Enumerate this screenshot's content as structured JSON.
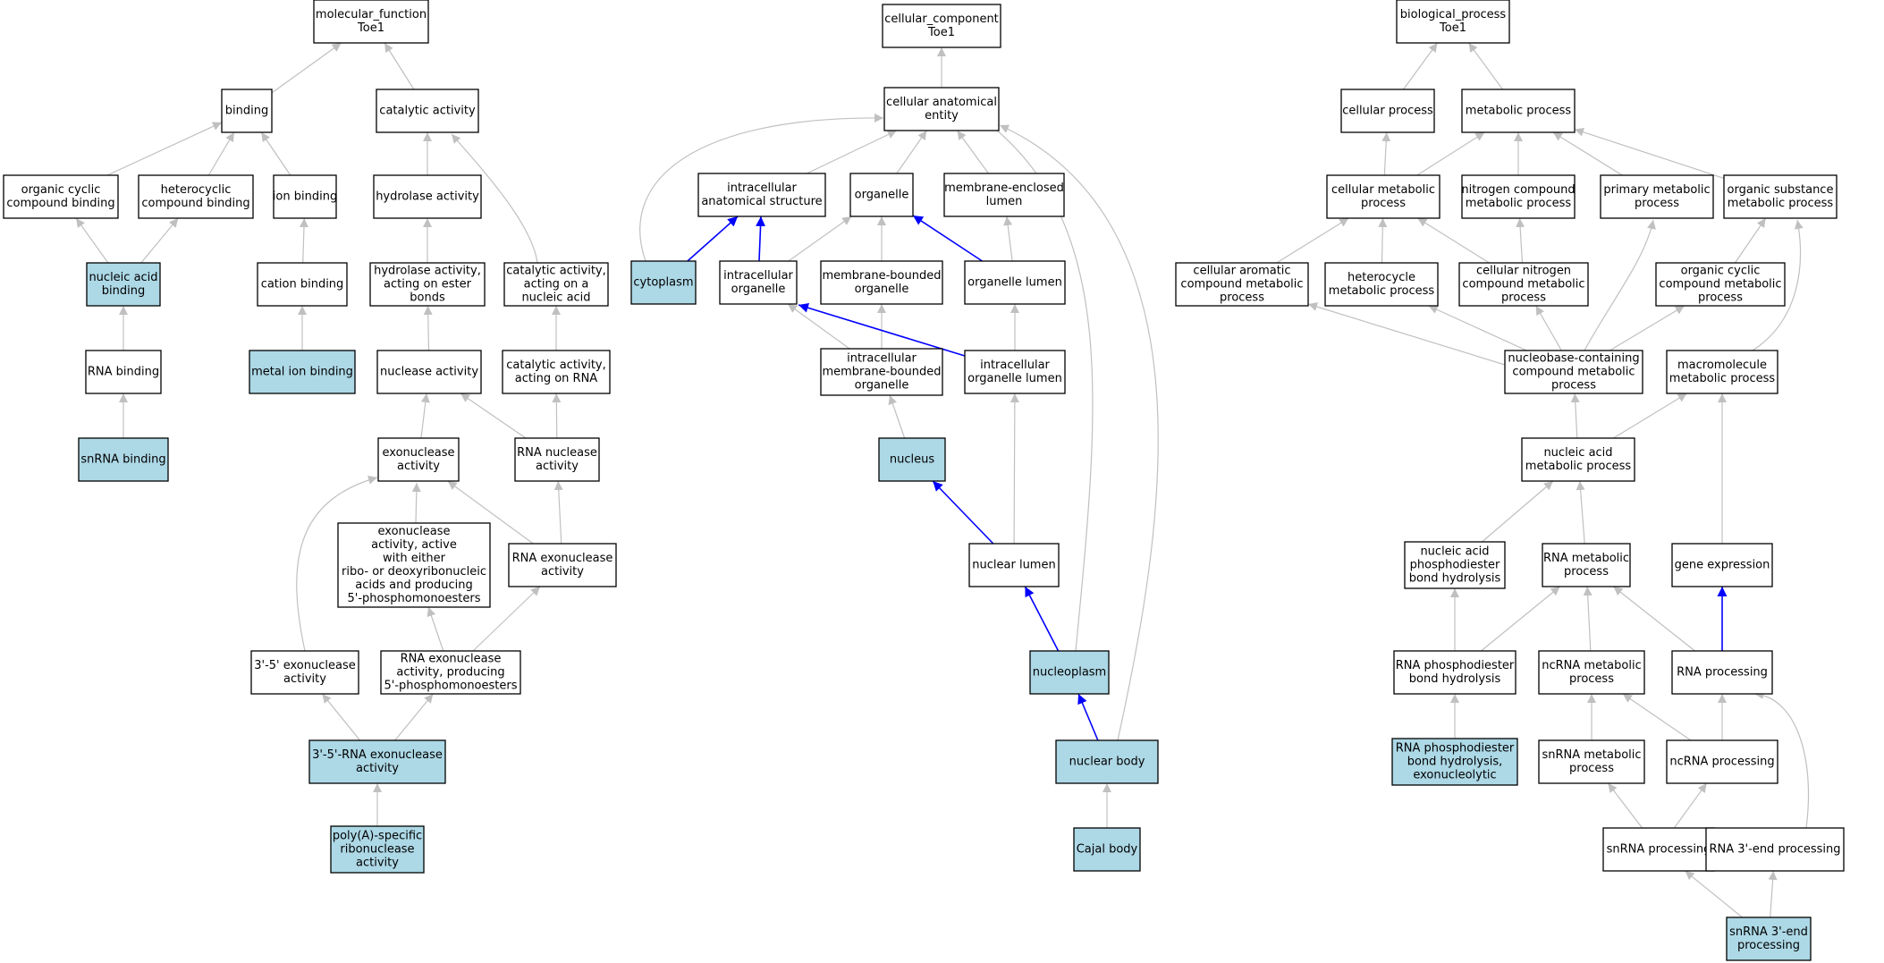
{
  "colors": {
    "node_fill": "#ffffff",
    "highlight_fill": "#add8e6",
    "node_border": "#000000",
    "edge": "#c0c0c0",
    "edge_highlight": "#0000ff"
  },
  "nodes": [
    {
      "id": "mf_root",
      "lines": [
        "molecular_function",
        "Toe1"
      ],
      "hl": false
    },
    {
      "id": "binding",
      "lines": [
        "binding"
      ],
      "hl": false
    },
    {
      "id": "catalytic",
      "lines": [
        "catalytic activity"
      ],
      "hl": false
    },
    {
      "id": "organic_cyclic_binding",
      "lines": [
        "organic cyclic",
        "compound binding"
      ],
      "hl": false
    },
    {
      "id": "heterocyclic_binding",
      "lines": [
        "heterocyclic",
        "compound binding"
      ],
      "hl": false
    },
    {
      "id": "ion_binding",
      "lines": [
        "ion binding"
      ],
      "hl": false
    },
    {
      "id": "hydrolase",
      "lines": [
        "hydrolase activity"
      ],
      "hl": false
    },
    {
      "id": "nucleic_acid_binding",
      "lines": [
        "nucleic acid",
        "binding"
      ],
      "hl": true
    },
    {
      "id": "cation_binding",
      "lines": [
        "cation binding"
      ],
      "hl": false
    },
    {
      "id": "hydrolase_ester",
      "lines": [
        "hydrolase activity,",
        "acting on ester",
        "bonds"
      ],
      "hl": false
    },
    {
      "id": "catalytic_nucleic",
      "lines": [
        "catalytic activity,",
        "acting on a",
        "nucleic acid"
      ],
      "hl": false
    },
    {
      "id": "rna_binding",
      "lines": [
        "RNA binding"
      ],
      "hl": false
    },
    {
      "id": "metal_ion_binding",
      "lines": [
        "metal ion binding"
      ],
      "hl": true
    },
    {
      "id": "nuclease",
      "lines": [
        "nuclease activity"
      ],
      "hl": false
    },
    {
      "id": "catalytic_rna",
      "lines": [
        "catalytic activity,",
        "acting on RNA"
      ],
      "hl": false
    },
    {
      "id": "snrna_binding",
      "lines": [
        "snRNA binding"
      ],
      "hl": true
    },
    {
      "id": "exonuclease",
      "lines": [
        "exonuclease",
        "activity"
      ],
      "hl": false
    },
    {
      "id": "rna_nuclease",
      "lines": [
        "RNA nuclease",
        "activity"
      ],
      "hl": false
    },
    {
      "id": "exo_5p",
      "lines": [
        "exonuclease",
        "activity, active",
        "with either",
        "ribo- or deoxyribonucleic",
        "acids and producing",
        "5'-phosphomonoesters"
      ],
      "hl": false
    },
    {
      "id": "rna_exonuclease",
      "lines": [
        "RNA exonuclease",
        "activity"
      ],
      "hl": false
    },
    {
      "id": "exo_35",
      "lines": [
        "3'-5' exonuclease",
        "activity"
      ],
      "hl": false
    },
    {
      "id": "rna_exo_5p",
      "lines": [
        "RNA exonuclease",
        "activity, producing",
        "5'-phosphomonoesters"
      ],
      "hl": false
    },
    {
      "id": "rna_exo_35",
      "lines": [
        "3'-5'-RNA exonuclease",
        "activity"
      ],
      "hl": true
    },
    {
      "id": "polya_rnase",
      "lines": [
        "poly(A)-specific",
        "ribonuclease",
        "activity"
      ],
      "hl": true
    },
    {
      "id": "cc_root",
      "lines": [
        "cellular_component",
        "Toe1"
      ],
      "hl": false
    },
    {
      "id": "cae",
      "lines": [
        "cellular anatomical",
        "entity"
      ],
      "hl": false
    },
    {
      "id": "intracellular_structure",
      "lines": [
        "intracellular",
        "anatomical structure"
      ],
      "hl": false
    },
    {
      "id": "organelle",
      "lines": [
        "organelle"
      ],
      "hl": false
    },
    {
      "id": "membrane_lumen",
      "lines": [
        "membrane-enclosed",
        "lumen"
      ],
      "hl": false
    },
    {
      "id": "cytoplasm",
      "lines": [
        "cytoplasm"
      ],
      "hl": true
    },
    {
      "id": "intracellular_organelle",
      "lines": [
        "intracellular",
        "organelle"
      ],
      "hl": false
    },
    {
      "id": "membrane_bounded_organelle",
      "lines": [
        "membrane-bounded",
        "organelle"
      ],
      "hl": false
    },
    {
      "id": "organelle_lumen",
      "lines": [
        "organelle lumen"
      ],
      "hl": false
    },
    {
      "id": "intra_mb_organelle",
      "lines": [
        "intracellular",
        "membrane-bounded",
        "organelle"
      ],
      "hl": false
    },
    {
      "id": "intra_organelle_lumen",
      "lines": [
        "intracellular",
        "organelle lumen"
      ],
      "hl": false
    },
    {
      "id": "nucleus",
      "lines": [
        "nucleus"
      ],
      "hl": true
    },
    {
      "id": "nuclear_lumen",
      "lines": [
        "nuclear lumen"
      ],
      "hl": false
    },
    {
      "id": "nucleoplasm",
      "lines": [
        "nucleoplasm"
      ],
      "hl": true
    },
    {
      "id": "nuclear_body",
      "lines": [
        "nuclear body"
      ],
      "hl": true
    },
    {
      "id": "cajal_body",
      "lines": [
        "Cajal body"
      ],
      "hl": true
    },
    {
      "id": "bp_root",
      "lines": [
        "biological_process",
        "Toe1"
      ],
      "hl": false
    },
    {
      "id": "cellular_process",
      "lines": [
        "cellular process"
      ],
      "hl": false
    },
    {
      "id": "metabolic_process",
      "lines": [
        "metabolic process"
      ],
      "hl": false
    },
    {
      "id": "cellular_metabolic",
      "lines": [
        "cellular metabolic",
        "process"
      ],
      "hl": false
    },
    {
      "id": "nitrogen_compound",
      "lines": [
        "nitrogen compound",
        "metabolic process"
      ],
      "hl": false
    },
    {
      "id": "primary_metabolic",
      "lines": [
        "primary metabolic",
        "process"
      ],
      "hl": false
    },
    {
      "id": "organic_substance",
      "lines": [
        "organic substance",
        "metabolic process"
      ],
      "hl": false
    },
    {
      "id": "cell_aromatic",
      "lines": [
        "cellular aromatic",
        "compound metabolic",
        "process"
      ],
      "hl": false
    },
    {
      "id": "heterocycle_metabolic",
      "lines": [
        "heterocycle",
        "metabolic process"
      ],
      "hl": false
    },
    {
      "id": "cell_nitrogen",
      "lines": [
        "cellular nitrogen",
        "compound metabolic",
        "process"
      ],
      "hl": false
    },
    {
      "id": "organic_cyclic_metabolic",
      "lines": [
        "organic cyclic",
        "compound metabolic",
        "process"
      ],
      "hl": false
    },
    {
      "id": "nucleobase",
      "lines": [
        "nucleobase-containing",
        "compound metabolic",
        "process"
      ],
      "hl": false
    },
    {
      "id": "macromolecule",
      "lines": [
        "macromolecule",
        "metabolic process"
      ],
      "hl": false
    },
    {
      "id": "nucleic_acid_metabolic",
      "lines": [
        "nucleic acid",
        "metabolic process"
      ],
      "hl": false
    },
    {
      "id": "na_phosphodiester",
      "lines": [
        "nucleic acid",
        "phosphodiester",
        "bond hydrolysis"
      ],
      "hl": false
    },
    {
      "id": "rna_metabolic",
      "lines": [
        "RNA metabolic",
        "process"
      ],
      "hl": false
    },
    {
      "id": "gene_expression",
      "lines": [
        "gene expression"
      ],
      "hl": false
    },
    {
      "id": "rna_phosphodiester",
      "lines": [
        "RNA phosphodiester",
        "bond hydrolysis"
      ],
      "hl": false
    },
    {
      "id": "ncrna_metabolic",
      "lines": [
        "ncRNA metabolic",
        "process"
      ],
      "hl": false
    },
    {
      "id": "rna_processing",
      "lines": [
        "RNA processing"
      ],
      "hl": false
    },
    {
      "id": "rna_phosphodiester_exo",
      "lines": [
        "RNA phosphodiester",
        "bond hydrolysis,",
        "exonucleolytic"
      ],
      "hl": true
    },
    {
      "id": "snrna_metabolic",
      "lines": [
        "snRNA metabolic",
        "process"
      ],
      "hl": false
    },
    {
      "id": "ncrna_processing",
      "lines": [
        "ncRNA processing"
      ],
      "hl": false
    },
    {
      "id": "snrna_processing",
      "lines": [
        "snRNA processing"
      ],
      "hl": false
    },
    {
      "id": "rna_3end",
      "lines": [
        "RNA 3'-end processing"
      ],
      "hl": false
    },
    {
      "id": "snrna_3end",
      "lines": [
        "snRNA 3'-end",
        "processing"
      ],
      "hl": true
    }
  ],
  "edges": [
    {
      "from": "binding",
      "to": "mf_root",
      "hl": false
    },
    {
      "from": "catalytic",
      "to": "mf_root",
      "hl": false
    },
    {
      "from": "organic_cyclic_binding",
      "to": "binding",
      "hl": false
    },
    {
      "from": "heterocyclic_binding",
      "to": "binding",
      "hl": false
    },
    {
      "from": "ion_binding",
      "to": "binding",
      "hl": false
    },
    {
      "from": "hydrolase",
      "to": "catalytic",
      "hl": false
    },
    {
      "from": "catalytic_nucleic",
      "to": "catalytic",
      "hl": false
    },
    {
      "from": "nucleic_acid_binding",
      "to": "organic_cyclic_binding",
      "hl": false
    },
    {
      "from": "nucleic_acid_binding",
      "to": "heterocyclic_binding",
      "hl": false
    },
    {
      "from": "cation_binding",
      "to": "ion_binding",
      "hl": false
    },
    {
      "from": "hydrolase_ester",
      "to": "hydrolase",
      "hl": false
    },
    {
      "from": "rna_binding",
      "to": "nucleic_acid_binding",
      "hl": false
    },
    {
      "from": "metal_ion_binding",
      "to": "cation_binding",
      "hl": false
    },
    {
      "from": "nuclease",
      "to": "hydrolase_ester",
      "hl": false
    },
    {
      "from": "catalytic_rna",
      "to": "catalytic_nucleic",
      "hl": false
    },
    {
      "from": "snrna_binding",
      "to": "rna_binding",
      "hl": false
    },
    {
      "from": "exonuclease",
      "to": "nuclease",
      "hl": false
    },
    {
      "from": "rna_nuclease",
      "to": "nuclease",
      "hl": false
    },
    {
      "from": "rna_nuclease",
      "to": "catalytic_rna",
      "hl": false
    },
    {
      "from": "exo_5p",
      "to": "exonuclease",
      "hl": false
    },
    {
      "from": "rna_exonuclease",
      "to": "exonuclease",
      "hl": false
    },
    {
      "from": "rna_exonuclease",
      "to": "rna_nuclease",
      "hl": false
    },
    {
      "from": "exo_35",
      "to": "exonuclease",
      "hl": false
    },
    {
      "from": "rna_exo_5p",
      "to": "exo_5p",
      "hl": false
    },
    {
      "from": "rna_exo_5p",
      "to": "rna_exonuclease",
      "hl": false
    },
    {
      "from": "rna_exo_35",
      "to": "exo_35",
      "hl": false
    },
    {
      "from": "rna_exo_35",
      "to": "rna_exo_5p",
      "hl": false
    },
    {
      "from": "polya_rnase",
      "to": "rna_exo_35",
      "hl": false
    },
    {
      "from": "cae",
      "to": "cc_root",
      "hl": false
    },
    {
      "from": "intracellular_structure",
      "to": "cae",
      "hl": false
    },
    {
      "from": "organelle",
      "to": "cae",
      "hl": false
    },
    {
      "from": "membrane_lumen",
      "to": "cae",
      "hl": false
    },
    {
      "from": "cytoplasm",
      "to": "cae",
      "hl": false
    },
    {
      "from": "nucleoplasm",
      "to": "cae",
      "hl": false
    },
    {
      "from": "nuclear_body",
      "to": "cae",
      "hl": false
    },
    {
      "from": "cytoplasm",
      "to": "intracellular_structure",
      "hl": true
    },
    {
      "from": "intracellular_organelle",
      "to": "intracellular_structure",
      "hl": true
    },
    {
      "from": "intracellular_organelle",
      "to": "organelle",
      "hl": false
    },
    {
      "from": "membrane_bounded_organelle",
      "to": "organelle",
      "hl": false
    },
    {
      "from": "organelle_lumen",
      "to": "organelle",
      "hl": true
    },
    {
      "from": "organelle_lumen",
      "to": "membrane_lumen",
      "hl": false
    },
    {
      "from": "intra_mb_organelle",
      "to": "intracellular_organelle",
      "hl": false
    },
    {
      "from": "intra_mb_organelle",
      "to": "membrane_bounded_organelle",
      "hl": false
    },
    {
      "from": "intra_organelle_lumen",
      "to": "intracellular_organelle",
      "hl": true
    },
    {
      "from": "intra_organelle_lumen",
      "to": "organelle_lumen",
      "hl": false
    },
    {
      "from": "nucleus",
      "to": "intra_mb_organelle",
      "hl": false
    },
    {
      "from": "nuclear_lumen",
      "to": "nucleus",
      "hl": true
    },
    {
      "from": "nuclear_lumen",
      "to": "intra_organelle_lumen",
      "hl": false
    },
    {
      "from": "nucleoplasm",
      "to": "nuclear_lumen",
      "hl": true
    },
    {
      "from": "nuclear_body",
      "to": "nucleoplasm",
      "hl": true
    },
    {
      "from": "cajal_body",
      "to": "nuclear_body",
      "hl": false
    },
    {
      "from": "cellular_process",
      "to": "bp_root",
      "hl": false
    },
    {
      "from": "metabolic_process",
      "to": "bp_root",
      "hl": false
    },
    {
      "from": "cellular_metabolic",
      "to": "cellular_process",
      "hl": false
    },
    {
      "from": "cellular_metabolic",
      "to": "metabolic_process",
      "hl": false
    },
    {
      "from": "nitrogen_compound",
      "to": "metabolic_process",
      "hl": false
    },
    {
      "from": "primary_metabolic",
      "to": "metabolic_process",
      "hl": false
    },
    {
      "from": "organic_substance",
      "to": "metabolic_process",
      "hl": false
    },
    {
      "from": "cell_aromatic",
      "to": "cellular_metabolic",
      "hl": false
    },
    {
      "from": "heterocycle_metabolic",
      "to": "cellular_metabolic",
      "hl": false
    },
    {
      "from": "cell_nitrogen",
      "to": "cellular_metabolic",
      "hl": false
    },
    {
      "from": "cell_nitrogen",
      "to": "nitrogen_compound",
      "hl": false
    },
    {
      "from": "organic_cyclic_metabolic",
      "to": "organic_substance",
      "hl": false
    },
    {
      "from": "macromolecule",
      "to": "organic_substance",
      "hl": false
    },
    {
      "from": "nucleobase",
      "to": "cell_aromatic",
      "hl": false
    },
    {
      "from": "nucleobase",
      "to": "heterocycle_metabolic",
      "hl": false
    },
    {
      "from": "nucleobase",
      "to": "cell_nitrogen",
      "hl": false
    },
    {
      "from": "nucleobase",
      "to": "primary_metabolic",
      "hl": false
    },
    {
      "from": "nucleobase",
      "to": "organic_cyclic_metabolic",
      "hl": false
    },
    {
      "from": "nucleic_acid_metabolic",
      "to": "nucleobase",
      "hl": false
    },
    {
      "from": "nucleic_acid_metabolic",
      "to": "macromolecule",
      "hl": false
    },
    {
      "from": "gene_expression",
      "to": "macromolecule",
      "hl": false
    },
    {
      "from": "na_phosphodiester",
      "to": "nucleic_acid_metabolic",
      "hl": false
    },
    {
      "from": "rna_metabolic",
      "to": "nucleic_acid_metabolic",
      "hl": false
    },
    {
      "from": "rna_phosphodiester",
      "to": "na_phosphodiester",
      "hl": false
    },
    {
      "from": "rna_phosphodiester",
      "to": "rna_metabolic",
      "hl": false
    },
    {
      "from": "ncrna_metabolic",
      "to": "rna_metabolic",
      "hl": false
    },
    {
      "from": "rna_processing",
      "to": "rna_metabolic",
      "hl": false
    },
    {
      "from": "rna_processing",
      "to": "gene_expression",
      "hl": true
    },
    {
      "from": "rna_phosphodiester_exo",
      "to": "rna_phosphodiester",
      "hl": false
    },
    {
      "from": "snrna_metabolic",
      "to": "ncrna_metabolic",
      "hl": false
    },
    {
      "from": "ncrna_processing",
      "to": "ncrna_metabolic",
      "hl": false
    },
    {
      "from": "ncrna_processing",
      "to": "rna_processing",
      "hl": false
    },
    {
      "from": "rna_3end",
      "to": "rna_processing",
      "hl": false
    },
    {
      "from": "snrna_processing",
      "to": "snrna_metabolic",
      "hl": false
    },
    {
      "from": "snrna_processing",
      "to": "ncrna_processing",
      "hl": false
    },
    {
      "from": "snrna_3end",
      "to": "snrna_processing",
      "hl": false
    },
    {
      "from": "snrna_3end",
      "to": "rna_3end",
      "hl": false
    }
  ]
}
